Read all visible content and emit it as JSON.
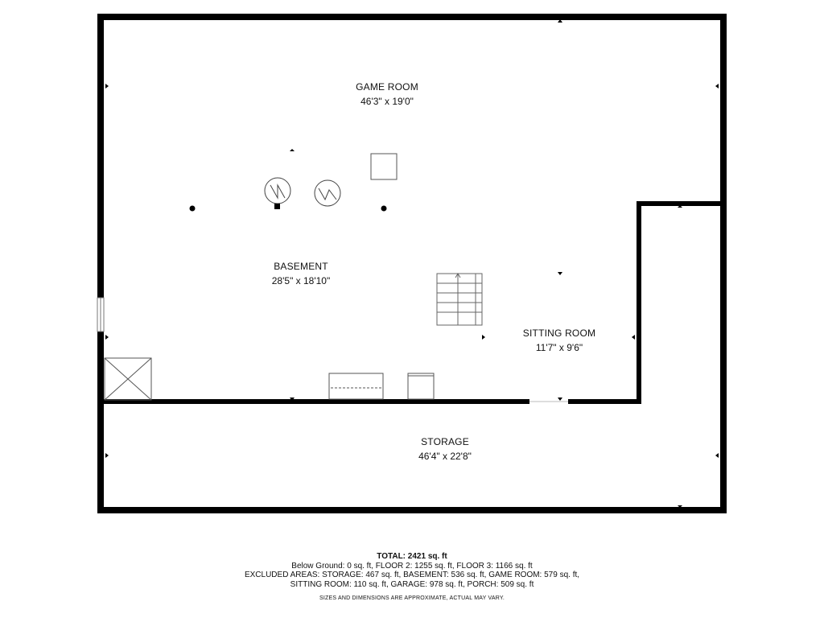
{
  "rooms": {
    "game_room": {
      "name": "GAME ROOM",
      "dims": "46'3\" x 19'0\""
    },
    "basement": {
      "name": "BASEMENT",
      "dims": "28'5\" x 18'10\""
    },
    "sitting_room": {
      "name": "SITTING ROOM",
      "dims": "11'7\" x 9'6\""
    },
    "storage": {
      "name": "STORAGE",
      "dims": "46'4\" x 22'8\""
    }
  },
  "summary": {
    "total": "TOTAL: 2421 sq. ft",
    "line1": "Below Ground: 0 sq. ft, FLOOR 2: 1255 sq. ft, FLOOR 3: 1166 sq. ft",
    "line2": "EXCLUDED AREAS: STORAGE: 467 sq. ft, BASEMENT: 536 sq. ft, GAME ROOM: 579 sq. ft,",
    "line3": "SITTING ROOM: 110 sq. ft, GARAGE: 978 sq. ft, PORCH: 509 sq. ft",
    "disclaimer": "SIZES AND DIMENSIONS ARE APPROXIMATE, ACTUAL MAY VARY."
  },
  "colors": {
    "wall": "#000000",
    "fixture_stroke": "#555555",
    "background": "#ffffff"
  },
  "icons": [
    "water-heater-icon",
    "furnace-icon",
    "staircase-icon",
    "window-icon",
    "column-icon"
  ]
}
